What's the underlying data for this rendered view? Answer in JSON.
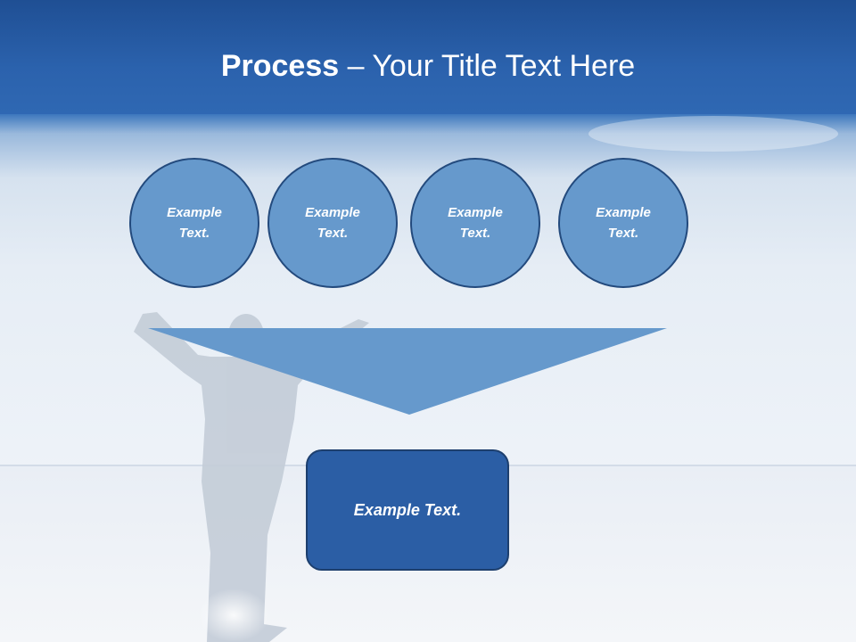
{
  "slide": {
    "title_bold": "Process",
    "title_rest": " – Your Title Text Here",
    "circles": [
      {
        "label": "Example Text."
      },
      {
        "label": "Example Text."
      },
      {
        "label": "Example Text."
      },
      {
        "label": "Example Text."
      }
    ],
    "result_label": "Example Text."
  },
  "colors": {
    "title_band": "#2b62ad",
    "circle_fill": "#6699cc",
    "circle_border": "#234a7d",
    "funnel_fill": "#6699cc",
    "result_fill": "#2b5ea5"
  }
}
